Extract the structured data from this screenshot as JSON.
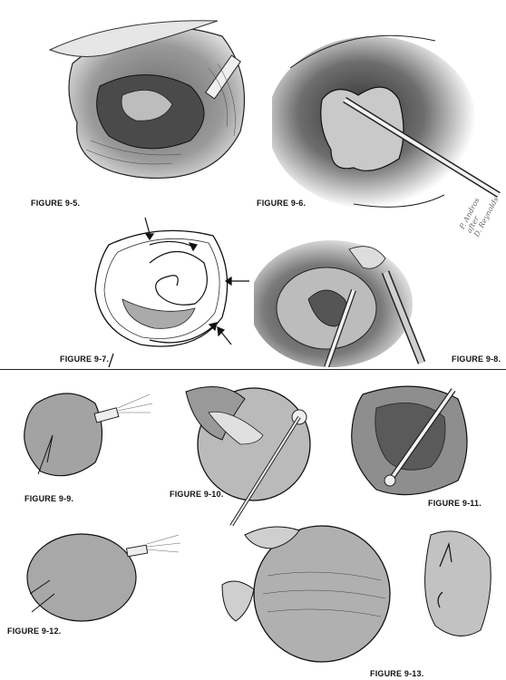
{
  "figures": [
    {
      "id": "9-5",
      "caption": "FIGURE 9-5."
    },
    {
      "id": "9-6",
      "caption": "FIGURE 9-6."
    },
    {
      "id": "9-7",
      "caption": "FIGURE 9-7."
    },
    {
      "id": "9-8",
      "caption": "FIGURE 9-8."
    },
    {
      "id": "9-9",
      "caption": "FIGURE 9-9."
    },
    {
      "id": "9-10",
      "caption": "FIGURE 9-10."
    },
    {
      "id": "9-11",
      "caption": "FIGURE 9-11."
    },
    {
      "id": "9-12",
      "caption": "FIGURE 9-12."
    },
    {
      "id": "9-13",
      "caption": "FIGURE 9-13."
    }
  ],
  "signature": {
    "line1": "P. Andros",
    "line2": "after",
    "line3": "D. Reynolds"
  },
  "colors": {
    "ink": "#111111",
    "shade_dark": "#3a3a3a",
    "shade_mid": "#8a8a8a",
    "shade_light": "#cfcfcf"
  }
}
